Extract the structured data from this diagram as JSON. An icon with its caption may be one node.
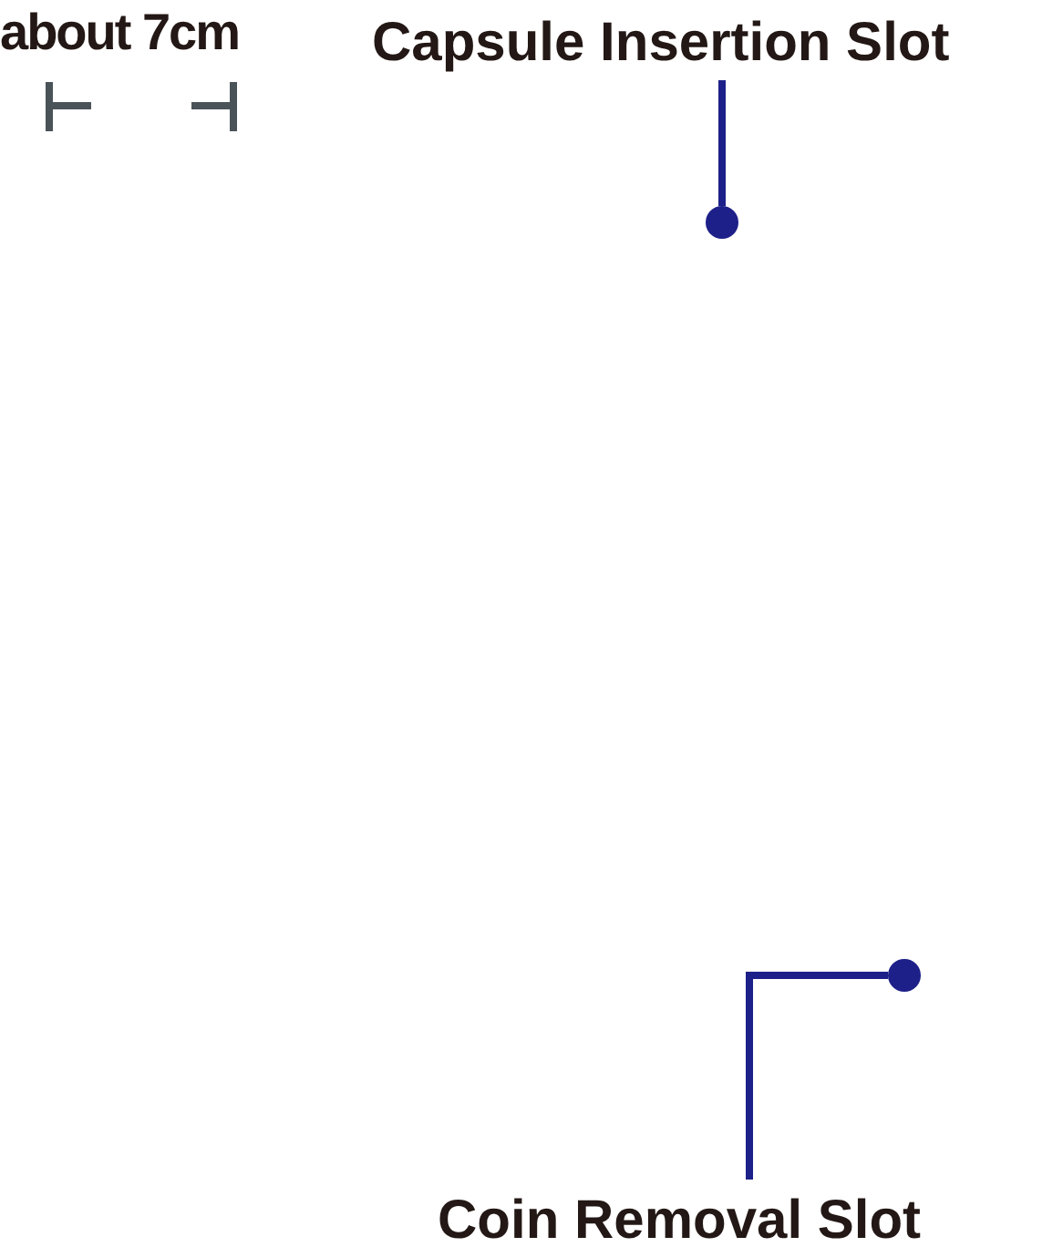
{
  "diagram": {
    "nodes": [
      {
        "text": [
          "Capsule Insertion Slot"
        ]
      },
      {
        "text": [],
        "shape": "circle"
      },
      {
        "text": [
          "Coin Removal Slot"
        ]
      },
      {
        "text": [],
        "shape": "circle"
      }
    ],
    "edges": [
      {
        "from": 0,
        "to": 1,
        "arrow": "none"
      },
      {
        "from": 2,
        "to": 3,
        "arrow": "none"
      }
    ],
    "labels": [
      "about 7cm"
    ]
  }
}
